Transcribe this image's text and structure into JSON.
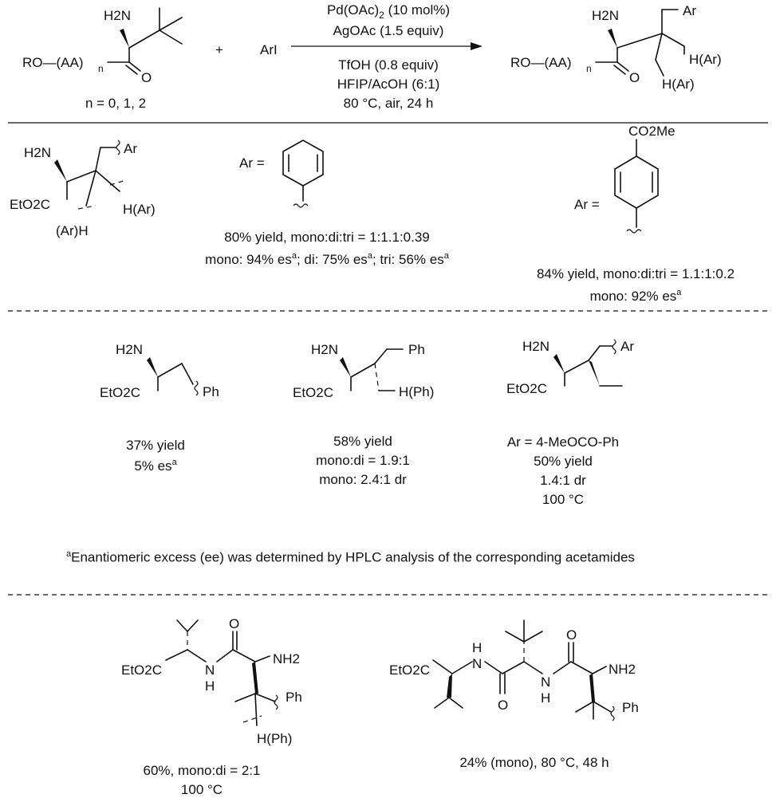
{
  "reaction": {
    "sm_amine": "H2N",
    "sm_ester": "RO—(AA)",
    "sm_sub": "n",
    "sm_carbonyl": "O",
    "n_values": "n = 0, 1, 2",
    "plus": "+",
    "reagent": "ArI",
    "cond1": "Pd(OAc)",
    "cond1_sub": "2",
    "cond1_rest": " (10 mol%)",
    "cond2": "AgOAc (1.5 equiv)",
    "cond3": "TfOH (0.8 equiv)",
    "cond4": "HFIP/AcOH (6:1)",
    "cond5": "80 °C, air, 24 h",
    "prod_ar": "Ar",
    "prod_har1": "H(Ar)",
    "prod_har2": "H(Ar)"
  },
  "example1": {
    "nh2": "H2N",
    "ester": "EtO2C",
    "ar": "Ar",
    "har": "H(Ar)",
    "arh": "(Ar)H",
    "ar_eq": "Ar =",
    "line1": "80% yield, mono:di:tri = 1:1.1:0.39",
    "line2a": "mono: 94% es",
    "line2b": "; di: 75% es",
    "line2c": "; tri: 56% es",
    "sup": "a"
  },
  "example2": {
    "co2me": "CO2Me",
    "ar_eq": "Ar =",
    "line1": "84% yield, mono:di:tri = 1.1:1:0.2",
    "line2": "mono: 92% es",
    "sup": "a"
  },
  "example3": {
    "nh2": "H2N",
    "ester": "EtO2C",
    "ph": "Ph",
    "line1": "37% yield",
    "line2": "5% es",
    "sup": "a"
  },
  "example4": {
    "nh2": "H2N",
    "ester": "EtO2C",
    "ph": "Ph",
    "hph": "H(Ph)",
    "line1": "58% yield",
    "line2": "mono:di = 1.9:1",
    "line3": "mono: 2.4:1 dr"
  },
  "example5": {
    "nh2": "H2N",
    "ester": "EtO2C",
    "ar": "Ar",
    "line1": "Ar = 4-MeOCO-Ph",
    "line2": "50% yield",
    "line3": "1.4:1 dr",
    "line4": "100 °C"
  },
  "footnote": {
    "sup": "a",
    "text": "Enantiomeric excess (ee) was determined by HPLC analysis of the corresponding acetamides"
  },
  "example6": {
    "ester": "EtO2C",
    "nh": "N",
    "h": "H",
    "o": "O",
    "nh2": "NH2",
    "ph": "Ph",
    "hph": "H(Ph)",
    "line1": "60%, mono:di = 2:1",
    "line2": "100 °C"
  },
  "example7": {
    "ester": "EtO2C",
    "nh2": "NH2",
    "ph": "Ph",
    "o": "O",
    "n": "N",
    "h": "H",
    "line1": "24% (mono), 80 °C, 48 h"
  }
}
